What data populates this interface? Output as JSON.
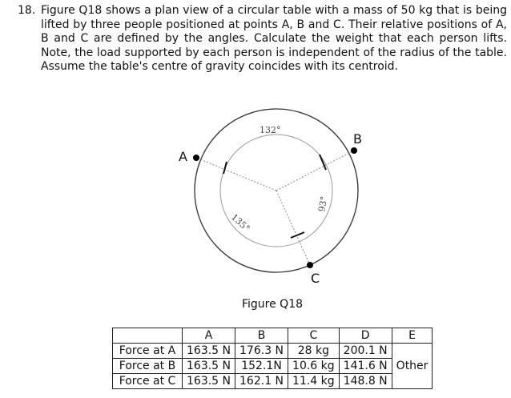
{
  "question": {
    "number": "18.",
    "text": "Figure Q18 shows a plan view of a circular table with a mass of 50 kg that is being lifted by three people positioned at points A, B and C. Their relative positions of A, B and C are defined by the angles. Calculate the weight that each person lifts. Note, the load supported by each person is independent of the radius of the table. Assume the table's centre of gravity coincides with its centroid."
  },
  "figure": {
    "caption": "Figure Q18",
    "points": {
      "a": "A",
      "b": "B",
      "c": "C"
    },
    "angles": {
      "ab": "132°",
      "bc": "93°",
      "ca": "135°"
    }
  },
  "table": {
    "headers": [
      "",
      "A",
      "B",
      "C",
      "D",
      "E"
    ],
    "rows": [
      {
        "label": "Force at A",
        "a": "163.5 N",
        "b": "176.3 N",
        "c": "28 kg",
        "d": "200.1 N"
      },
      {
        "label": "Force at B",
        "a": "163.5 N",
        "b": "152.1N",
        "c": "10.6 kg",
        "d": "141.6 N"
      },
      {
        "label": "Force at C",
        "a": "163.5 N",
        "b": "162.1 N",
        "c": "11.4 kg",
        "d": "148.8 N"
      }
    ],
    "merged_e": "Other"
  }
}
